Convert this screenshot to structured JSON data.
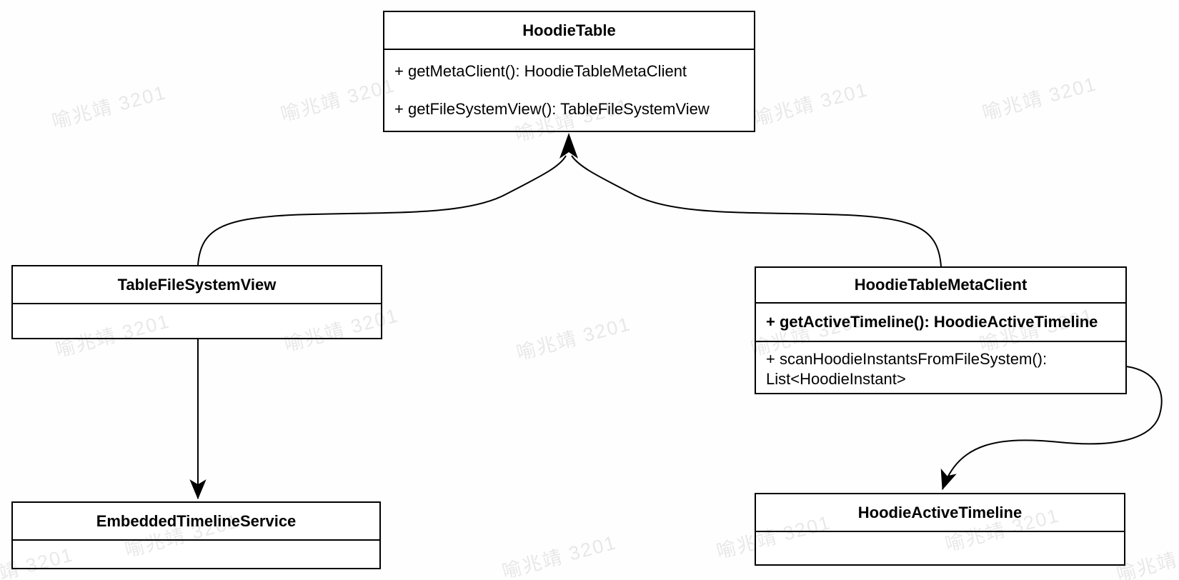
{
  "watermark": {
    "text": "喻兆靖 3201"
  },
  "classes": {
    "hoodieTable": {
      "name": "HoodieTable",
      "methods": [
        "+ getMetaClient(): HoodieTableMetaClient",
        "+ getFileSystemView(): TableFileSystemView"
      ]
    },
    "tableFileSystemView": {
      "name": "TableFileSystemView",
      "methods": []
    },
    "hoodieTableMetaClient": {
      "name": "HoodieTableMetaClient",
      "methods": [
        "+ getActiveTimeline(): HoodieActiveTimeline",
        "+ scanHoodieInstantsFromFileSystem(): List<HoodieInstant>"
      ]
    },
    "embeddedTimelineService": {
      "name": "EmbeddedTimelineService",
      "methods": []
    },
    "hoodieActiveTimeline": {
      "name": "HoodieActiveTimeline",
      "methods": []
    }
  },
  "relations": [
    {
      "from": "TableFileSystemView",
      "to": "HoodieTable",
      "style": "curved",
      "arrowhead": "classic"
    },
    {
      "from": "HoodieTableMetaClient",
      "to": "HoodieTable",
      "style": "curved",
      "arrowhead": "classic"
    },
    {
      "from": "TableFileSystemView",
      "to": "EmbeddedTimelineService",
      "style": "straight",
      "arrowhead": "classic"
    },
    {
      "from": "HoodieTableMetaClient",
      "to": "HoodieActiveTimeline",
      "style": "s-curve",
      "arrowhead": "classic"
    }
  ]
}
